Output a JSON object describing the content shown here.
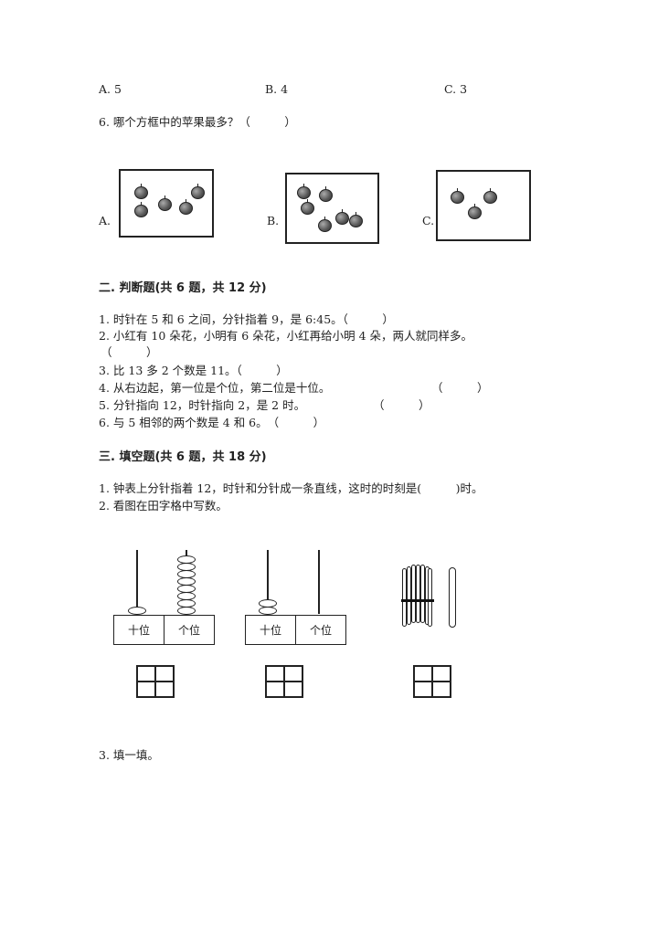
{
  "q5_options": {
    "a": "A. 5",
    "b": "B. 4",
    "c": "C. 3"
  },
  "q6": {
    "question": "6. 哪个方框中的苹果最多？（　　　）",
    "options": [
      {
        "label": "A.",
        "apple_count": 5
      },
      {
        "label": "B.",
        "apple_count": 6
      },
      {
        "label": "C.",
        "apple_count": 3
      }
    ]
  },
  "section2": {
    "title": "二. 判断题(共 6 题，共 12 分)",
    "items": [
      "1. 时针在 5 和 6 之间，分针指着 9，是 6:45。（　　　）",
      "2. 小红有 10 朵花，小明有 6 朵花，小红再给小明 4 朵，两人就同样多。",
      "（　　　）",
      "3. 比 13 多 2 个数是 11。（　　　）",
      "4. 从右边起，第一位是个位，第二位是十位。",
      "5. 分针指向 12，时针指向 2，是 2 时。",
      "6. 与 5 相邻的两个数是 4 和 6。　（　　　）"
    ],
    "paren": "（　　　）"
  },
  "section3": {
    "title": "三. 填空题(共 6 题，共 18 分)",
    "items": [
      "1. 钟表上分针指着 12，时针和分针成一条直线，这时的时刻是(　　　)时。",
      "2. 看图在田字格中写数。",
      "3. 填一填。"
    ],
    "abacus": [
      {
        "tens_label": "十位",
        "ones_label": "个位",
        "tens_beads": 1,
        "ones_beads": 8
      },
      {
        "tens_label": "十位",
        "ones_label": "个位",
        "tens_beads": 2,
        "ones_beads": 0
      }
    ],
    "sticks": {
      "bundles": 1,
      "singles": 1
    }
  }
}
